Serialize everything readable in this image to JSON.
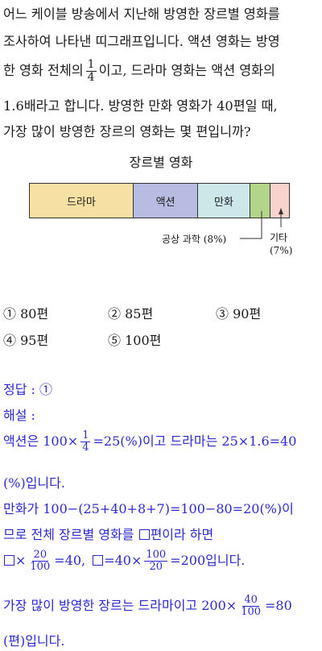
{
  "question": {
    "line1": "어느 케이블 방송에서 지난해 방영한 장르별 영화를",
    "line2": "조사하여 나타낸 띠그래프입니다. 액션 영화는 방영",
    "line3_a": "한 영화 전체의",
    "frac_num": "1",
    "frac_den": "4",
    "line3_b": "이고, 드라마 영화는 액션 영화의",
    "line4": "1.6배라고 합니다. 방영한 만화 영화가 40편일 때,",
    "line5": "가장 많이 방영한 장르의 영화는 몇 편입니까?"
  },
  "chart_data": {
    "type": "bar",
    "title": "장르별 영화",
    "categories": [
      "드라마",
      "액션",
      "만화",
      "공상 과학",
      "기타"
    ],
    "values": [
      40,
      25,
      20,
      8,
      7
    ],
    "colors": [
      "#f7e0a3",
      "#b9bce2",
      "#cde6e8",
      "#b3d58a",
      "#f8d2cc"
    ],
    "annotations": {
      "scifi": "공상 과학 (8%)",
      "other": "기타",
      "other_pct": "(7%)"
    }
  },
  "options": [
    "① 80편",
    "② 85편",
    "③ 90편",
    "④ 95편",
    "⑤ 100편"
  ],
  "answer": {
    "label": "정답 : ①",
    "exp_label": "해설 :",
    "l1_a": "액션은 100×",
    "l1_fn": "1",
    "l1_fd": "4",
    "l1_b": "=25(%)이고 드라마는 25×1.6=40",
    "l2": "(%)입니다.",
    "l3": "만화가 100−(25+40+8+7)=100−80=20(%)이",
    "l4_a": "므로 전체 장르별 영화를",
    "l4_b": "편이라 하면",
    "l5_a": "×",
    "l5_fn": "20",
    "l5_fd": "100",
    "l5_b": "=40,",
    "l5_c": "=40×",
    "l5_f2n": "100",
    "l5_f2d": "20",
    "l5_d": "=200입니다.",
    "l6_a": "가장 많이 방영한 장르는 드라마이고 200×",
    "l6_fn": "40",
    "l6_fd": "100",
    "l6_b": "=80",
    "l7": "(편)입니다."
  }
}
